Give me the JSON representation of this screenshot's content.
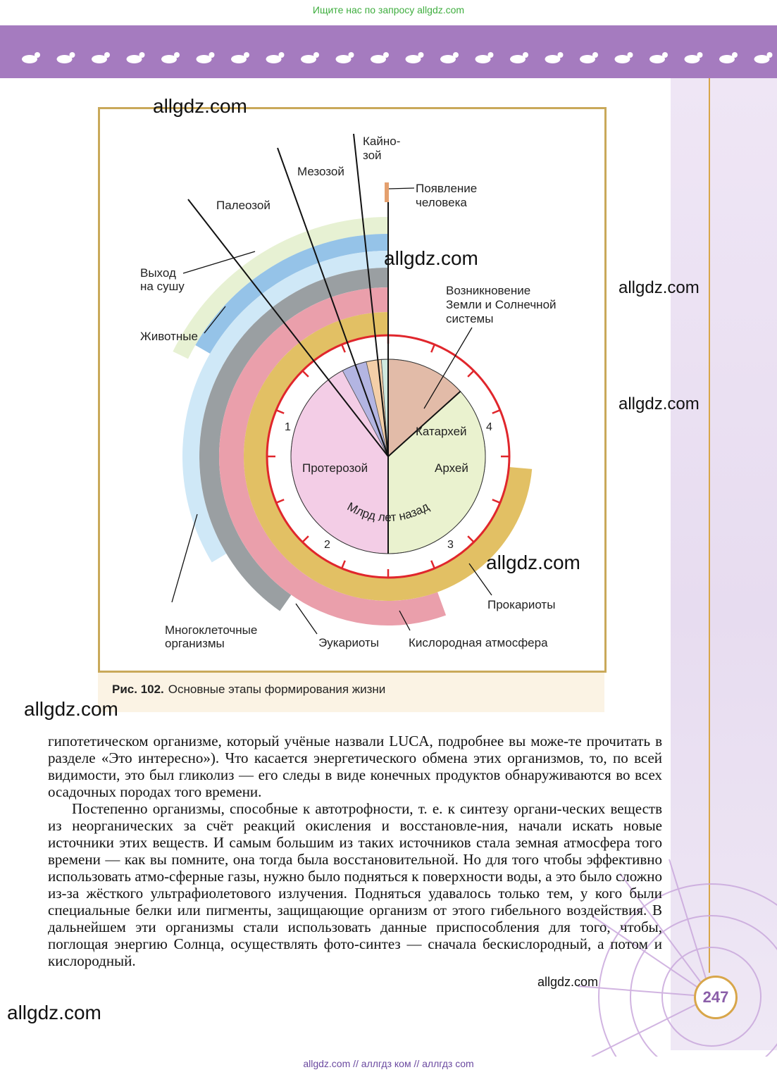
{
  "top_note": "Ищите нас по запросу allgdz.com",
  "diagram": {
    "labels": {
      "paleozoy": "Палеозой",
      "mezozoy": "Мезозой",
      "kaynozoy_1": "Кайно-",
      "kaynozoy_2": "зой",
      "human_1": "Появление",
      "human_2": "человека",
      "land_1": "Выход",
      "land_2": "на сушу",
      "animals": "Животные",
      "earth_1": "Возникновение",
      "earth_2": "Земли и Солнечной",
      "earth_3": "системы",
      "katarhey": "Катархей",
      "arhey": "Архей",
      "proterozoy": "Протерозой",
      "scale": "Млрд лет назад",
      "tick_1": "1",
      "tick_2": "2",
      "tick_3": "3",
      "tick_4": "4",
      "prokaryotes": "Прокариоты",
      "multicell_1": "Многоклеточные",
      "multicell_2": "организмы",
      "eukaryotes": "Эукариоты",
      "oxygen": "Кислородная атмосфера"
    },
    "colors": {
      "katarhey": "#e2bba8",
      "arhey": "#eaf2cf",
      "proterozoy": "#f3cde6",
      "paleozoy": "#b3b5e2",
      "mezozoy": "#f4cfa8",
      "kaynozoy": "#cfe9df",
      "prokaryotes": "#e2c064",
      "eukaryotes": "#ea9fab",
      "multicell": "#9a9fa2",
      "animals": "#cfe8f7",
      "land": "#95c3e8",
      "plants": "#e7f1d3",
      "clock_ring": "#e0262c",
      "human": "#e4a06e"
    }
  },
  "caption": {
    "number": "Рис. 102.",
    "text": "Основные этапы формирования жизни"
  },
  "body": {
    "p1": "гипотетическом организме, который учёные назвали LUCA, подробнее вы може-те прочитать в разделе «Это интересно»). Что касается энергетического обмена этих организмов, то, по всей видимости, это был гликолиз — его следы в виде конечных продуктов обнаруживаются во всех осадочных породах того времени.",
    "p2": "Постепенно организмы, способные к автотрофности, т. е. к синтезу органи-ческих веществ из неорганических за счёт реакций окисления и восстановле-ния, начали искать новые источники этих веществ. И самым большим из таких источников стала земная атмосфера того времени — как вы помните, она тогда была восстановительной. Но для того чтобы эффективно использовать атмо-сферные газы, нужно было подняться к поверхности воды, а это было сложно из-за жёсткого ультрафиолетового излучения. Подняться удавалось только тем, у кого были специальные белки или пигменты, защищающие организм от этого гибельного воздействия. В дальнейшем эти организмы стали использовать данные приспособления для того, чтобы, поглощая энергию Солнца, осуществлять фото-синтез — сначала бескислородный, а потом и кислородный."
  },
  "watermarks": {
    "w1": "allgdz.com",
    "w2": "allgdz.com",
    "w3": "allgdz.com",
    "w4": "allgdz.com",
    "w5": "allgdz.com",
    "w6": "allgdz.com",
    "w7": "allgdz.com",
    "w8": "allgdz.com"
  },
  "page_number": "247",
  "footer": "allgdz.com  //  аллгдз ком  //  аллгдз com"
}
